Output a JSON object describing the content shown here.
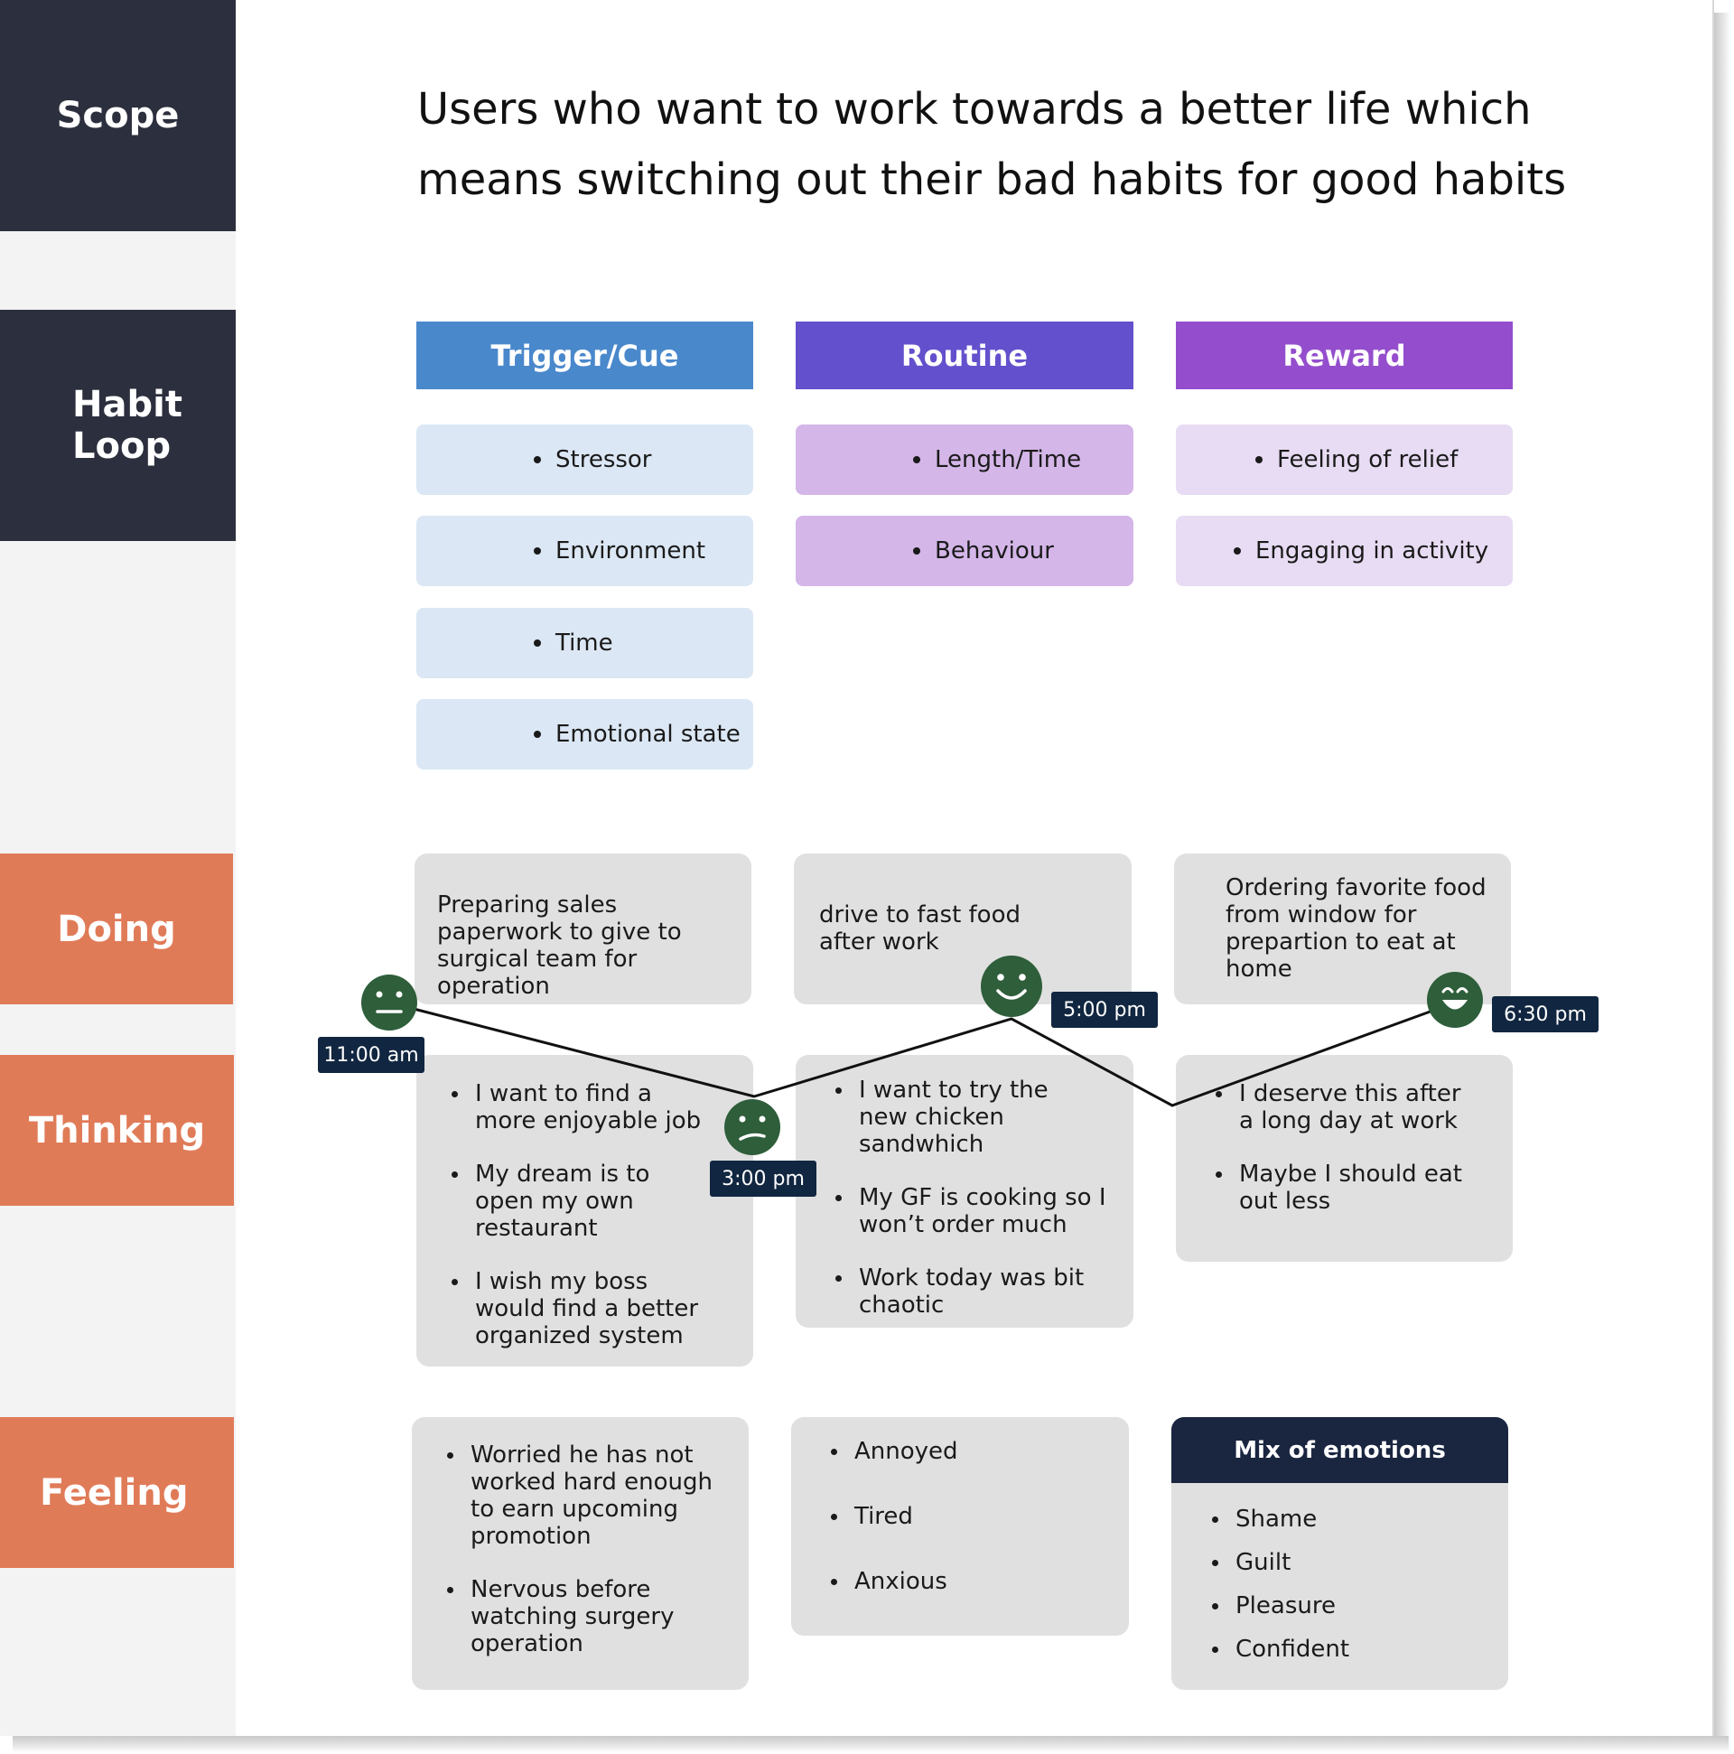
{
  "rows": {
    "scope": "Scope",
    "habit_loop_line1": "Habit",
    "habit_loop_line2": "Loop",
    "doing": "Doing",
    "thinking": "Thinking",
    "feeling": "Feeling"
  },
  "scope_text": {
    "line1": "Users who want to work towards a better life which",
    "line2": "means switching out their bad habits for good habits"
  },
  "habit_loop": {
    "trigger": {
      "header": "Trigger/Cue",
      "items": [
        "Stressor",
        "Environment",
        "Time",
        "Emotional state"
      ]
    },
    "routine": {
      "header": "Routine",
      "items": [
        "Length/Time",
        "Behaviour"
      ]
    },
    "reward": {
      "header": "Reward",
      "items": [
        "Feeling of relief",
        "Engaging in activity"
      ]
    }
  },
  "doing": [
    "Preparing sales paperwork to give to surgical team for operation",
    "drive to fast food after work",
    "Ordering favorite food from window for prepartion to eat at home"
  ],
  "thinking": [
    [
      "I want to find a more enjoyable job",
      "My dream is to open my own restaurant",
      "I wish my boss would find a better organized system"
    ],
    [
      "I want to try the new chicken sandwhich",
      "My GF is cooking so I won’t order much",
      "Work today was bit chaotic"
    ],
    [
      "I deserve this after a long day at work",
      "Maybe I should eat out less"
    ]
  ],
  "feeling": {
    "col1": [
      "Worried he has not worked hard enough to earn upcoming promotion",
      "Nervous before watching surgery operation"
    ],
    "col2": [
      "Annoyed",
      "Tired",
      "Anxious"
    ],
    "col3_header": "Mix of emotions",
    "col3": [
      "Shame",
      "Guilt",
      "Pleasure",
      "Confident"
    ]
  },
  "journey": {
    "points": [
      {
        "time": "11:00 am",
        "mood": "neutral-face-icon"
      },
      {
        "time": "3:00 pm",
        "mood": "confused-face-icon"
      },
      {
        "time": "5:00 pm",
        "mood": "smiling-face-icon"
      },
      {
        "time": "6:30 pm",
        "mood": "grinning-face-icon"
      }
    ]
  },
  "colors": {
    "dark_label": "#2c2f3d",
    "orange_label": "#e07b58",
    "trigger": "#4a88cc",
    "routine": "#6350cd",
    "reward": "#944ecd",
    "emoji": "#2e5e3a",
    "time_tag": "#112640"
  }
}
